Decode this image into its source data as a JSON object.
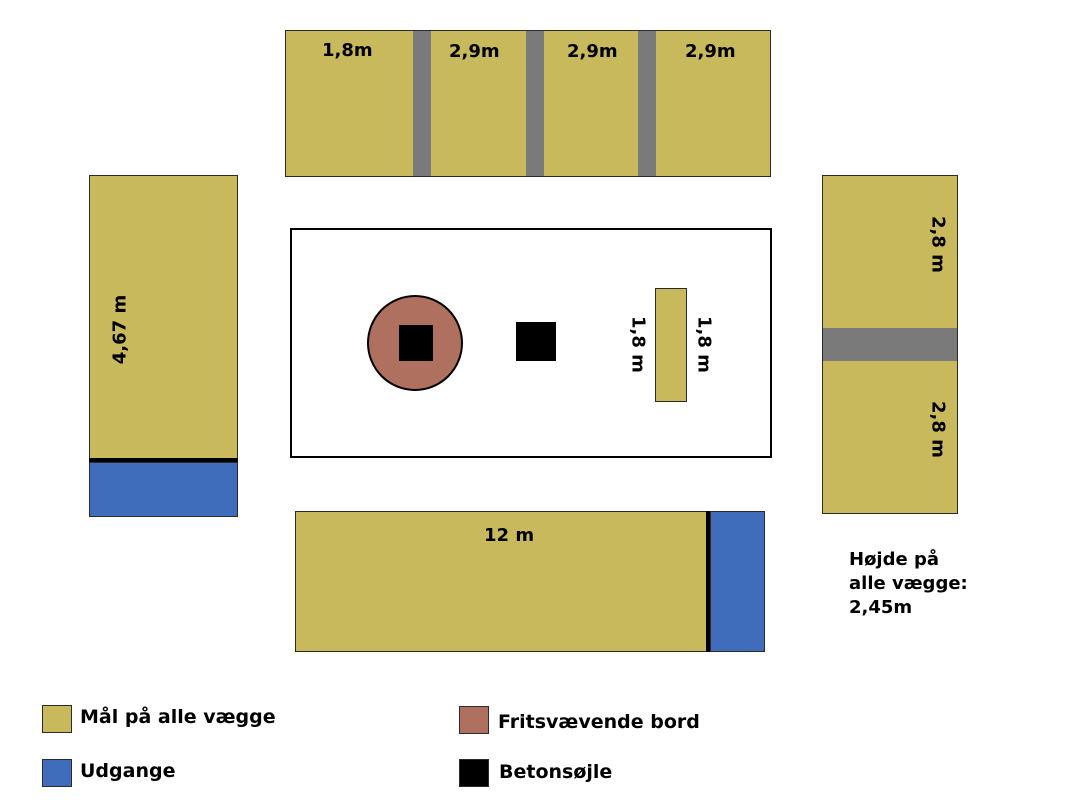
{
  "colors": {
    "wall": "#c8b95c",
    "exit": "#3f6dbb",
    "table": "#b07060",
    "pillar": "#000000",
    "gap": "#7a7a7a"
  },
  "top_wall": {
    "segments": [
      "1,8m",
      "2,9m",
      "2,9m",
      "2,9m"
    ]
  },
  "left_wall": {
    "label": "4,67 m"
  },
  "right_wall": {
    "upper_label": "2,8 m",
    "lower_label": "2,8 m"
  },
  "bottom_wall": {
    "label": "12 m"
  },
  "center": {
    "table_left_label": "1,8 m",
    "table_right_label": "1,8 m"
  },
  "height_note": {
    "line1": "Højde på",
    "line2": "alle vægge:",
    "line3": "2,45m"
  },
  "legend": {
    "walls": "Mål på alle vægge",
    "exits": "Udgange",
    "table": "Fritsvævende bord",
    "pillar": "Betonsøjle"
  }
}
